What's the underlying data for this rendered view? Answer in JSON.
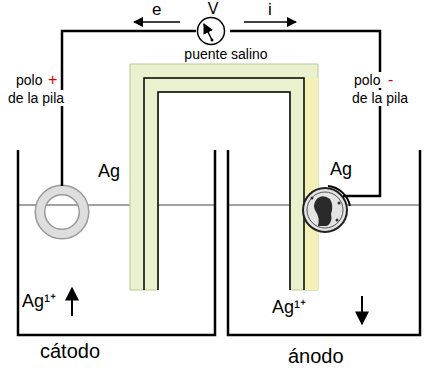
{
  "diagram": {
    "nodes": [
      {
        "text": [
          "V"
        ]
      },
      {
        "text": [
          "puente salino"
        ]
      },
      {
        "text": [
          "Ag",
          "Ag¹⁺",
          "cátodo"
        ]
      },
      {
        "text": [
          "Ag",
          "Ag¹⁺",
          "ánodo"
        ]
      }
    ],
    "edges": [
      {
        "from": 0,
        "to": 2,
        "arrow": "none",
        "label": "e"
      },
      {
        "from": 0,
        "to": 3,
        "arrow": "none",
        "label": "i"
      }
    ],
    "labels": [
      "polo",
      "+",
      "de la pila",
      "polo",
      "-",
      "de la pila"
    ]
  }
}
